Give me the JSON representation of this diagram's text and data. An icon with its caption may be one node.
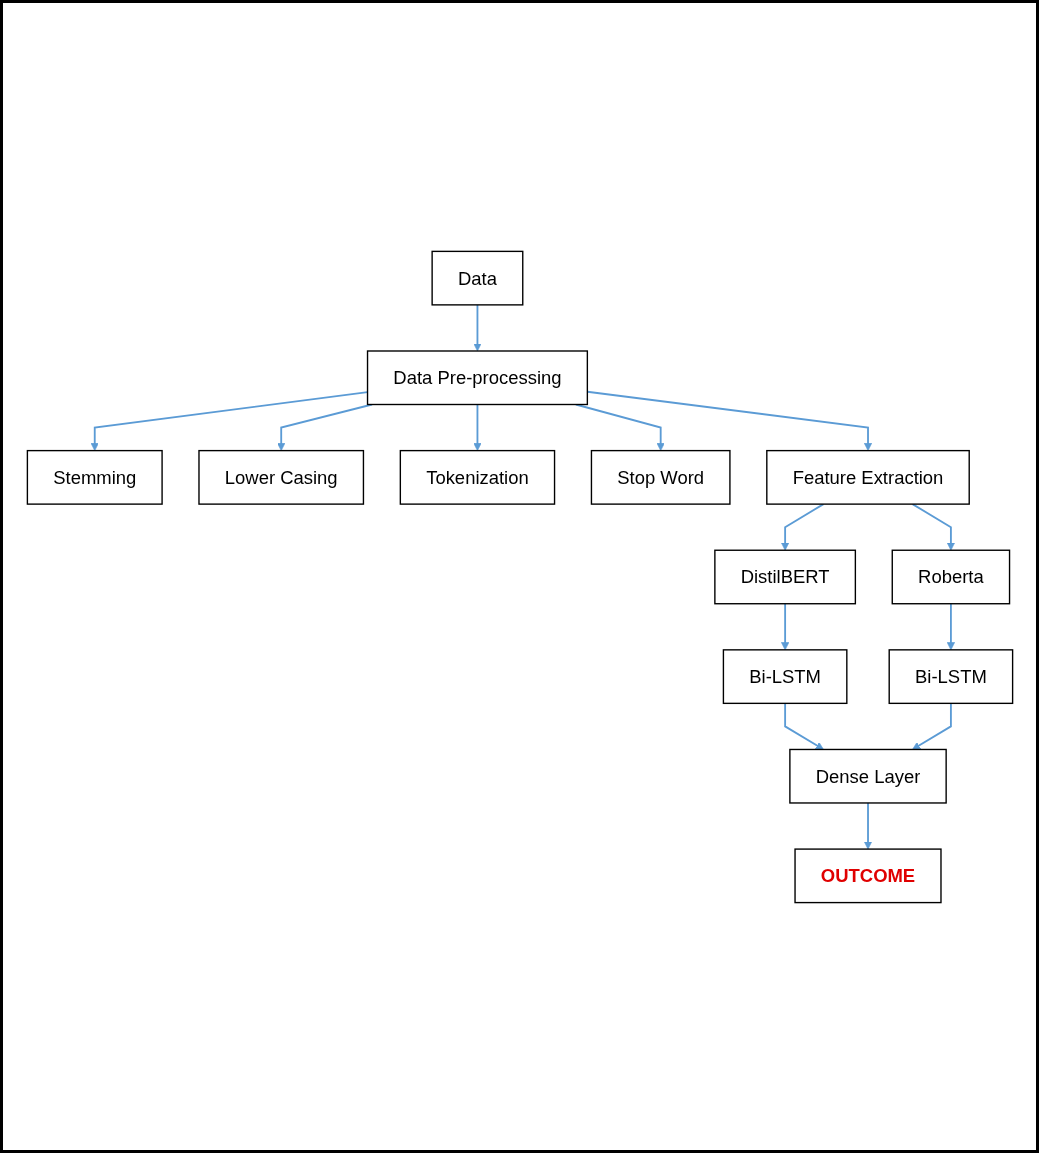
{
  "diagram": {
    "nodes": [
      {
        "text": [
          "Data"
        ]
      },
      {
        "text": [
          "Data Pre-processing"
        ]
      },
      {
        "text": [
          "Stemming"
        ]
      },
      {
        "text": [
          "Lower Casing"
        ]
      },
      {
        "text": [
          "Tokenization"
        ]
      },
      {
        "text": [
          "Stop Word"
        ]
      },
      {
        "text": [
          "Feature Extraction"
        ]
      },
      {
        "text": [
          "DistilBERT"
        ]
      },
      {
        "text": [
          "Roberta"
        ]
      },
      {
        "text": [
          "Bi-LSTM"
        ]
      },
      {
        "text": [
          "Bi-LSTM"
        ]
      },
      {
        "text": [
          "Dense Layer"
        ]
      },
      {
        "text": [
          "OUTCOME"
        ]
      }
    ],
    "edges": [
      {
        "from": 0,
        "to": 1,
        "arrow": "to"
      },
      {
        "from": 1,
        "to": 2,
        "arrow": "to"
      },
      {
        "from": 1,
        "to": 3,
        "arrow": "to"
      },
      {
        "from": 1,
        "to": 4,
        "arrow": "to"
      },
      {
        "from": 1,
        "to": 5,
        "arrow": "to"
      },
      {
        "from": 1,
        "to": 6,
        "arrow": "to"
      },
      {
        "from": 6,
        "to": 7,
        "arrow": "to"
      },
      {
        "from": 6,
        "to": 8,
        "arrow": "to"
      },
      {
        "from": 7,
        "to": 9,
        "arrow": "to"
      },
      {
        "from": 8,
        "to": 10,
        "arrow": "to"
      },
      {
        "from": 9,
        "to": 11,
        "arrow": "to"
      },
      {
        "from": 10,
        "to": 11,
        "arrow": "to"
      },
      {
        "from": 11,
        "to": 12,
        "arrow": "to"
      }
    ]
  }
}
